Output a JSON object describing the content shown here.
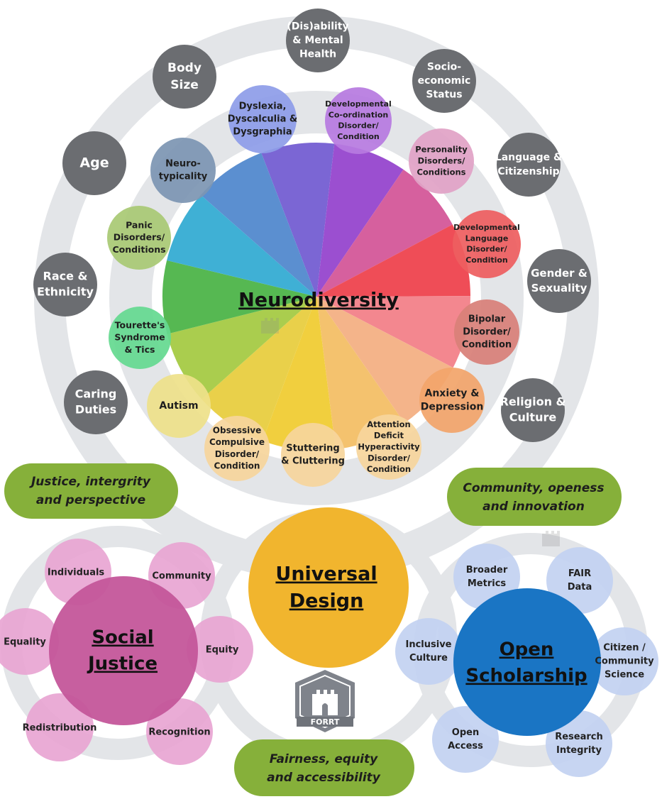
{
  "colors": {
    "ring": "#e3e5e8",
    "grey_circle": "#6b6d71",
    "green_pill": "#86b03a",
    "universal": "#f1b52e",
    "social": "#c4569a",
    "social_light": "#e8a3d1",
    "open": "#1a75c4",
    "open_light": "#c2d1f1",
    "logo": "#7f838b"
  },
  "outer_identities": [
    {
      "lines": [
        "(Dis)ability",
        "& Mental",
        "Health"
      ]
    },
    {
      "lines": [
        "Body",
        "Size"
      ]
    },
    {
      "lines": [
        "Socio-",
        "economic",
        "Status"
      ]
    },
    {
      "lines": [
        "Age"
      ]
    },
    {
      "lines": [
        "Language &",
        "Citizenship"
      ]
    },
    {
      "lines": [
        "Race &",
        "Ethnicity"
      ]
    },
    {
      "lines": [
        "Gender &",
        "Sexuality"
      ]
    },
    {
      "lines": [
        "Caring",
        "Duties"
      ]
    },
    {
      "lines": [
        "Religion &",
        "Culture"
      ]
    }
  ],
  "neurodiversity": {
    "title": "Neurodiversity",
    "wheel_colors": [
      "#7b66d4",
      "#9b4fd0",
      "#d6609e",
      "#ef4d57",
      "#f3878f",
      "#f4b48a",
      "#f4c26e",
      "#f1cf3e",
      "#e9d04a",
      "#aacd4e",
      "#56b852",
      "#3fb0d5",
      "#5b8fd0"
    ],
    "conditions": [
      {
        "lines": [
          "Dyslexia,",
          "Dyscalculia &",
          "Dysgraphia"
        ],
        "color": "#8e9de8"
      },
      {
        "lines": [
          "Developmental",
          "Co-ordination",
          "Disorder/",
          "Condition"
        ],
        "color": "#b77be0"
      },
      {
        "lines": [
          "Neuro-",
          "typicality"
        ],
        "color": "#7d96b3"
      },
      {
        "lines": [
          "Personality",
          "Disorders/",
          "Conditions"
        ],
        "color": "#e1a3c6"
      },
      {
        "lines": [
          "Developmental",
          "Language",
          "Disorder/",
          "Condition"
        ],
        "color": "#ee5f60"
      },
      {
        "lines": [
          "Panic",
          "Disorders/",
          "Conditions"
        ],
        "color": "#a9c974"
      },
      {
        "lines": [
          "Bipolar",
          "Disorder/",
          "Condition"
        ],
        "color": "#d88078"
      },
      {
        "lines": [
          "Tourette's",
          "Syndrome",
          "& Tics"
        ],
        "color": "#65d990"
      },
      {
        "lines": [
          "Anxiety &",
          "Depression"
        ],
        "color": "#f2a56a"
      },
      {
        "lines": [
          "Autism"
        ],
        "color": "#eee18a"
      },
      {
        "lines": [
          "Attention",
          "Deficit",
          "Hyperactivity",
          "Disorder/",
          "Condition"
        ],
        "color": "#f6d59c"
      },
      {
        "lines": [
          "Obsessive",
          "Compulsive",
          "Disorder/",
          "Condition"
        ],
        "color": "#f6d59c"
      },
      {
        "lines": [
          "Stuttering",
          "& Cluttering"
        ],
        "color": "#f6d59c"
      }
    ]
  },
  "connectors": [
    {
      "lines": [
        "Justice, intergrity",
        "and perspective"
      ]
    },
    {
      "lines": [
        "Community, openess",
        "and innovation"
      ]
    },
    {
      "lines": [
        "Fairness, equity",
        "and accessibility"
      ]
    }
  ],
  "universal_design": {
    "lines": [
      "Universal",
      "Design"
    ]
  },
  "social_justice": {
    "lines": [
      "Social",
      "Justice"
    ],
    "items": [
      "Individuals",
      "Community",
      "Equality",
      "Equity",
      "Redistribution",
      "Recognition"
    ]
  },
  "open_scholarship": {
    "lines": [
      "Open",
      "Scholarship"
    ],
    "items": [
      [
        "Broader",
        "Metrics"
      ],
      [
        "FAIR",
        "Data"
      ],
      [
        "Inclusive",
        "Culture"
      ],
      [
        "Citizen /",
        "Community",
        "Science"
      ],
      [
        "Open",
        "Access"
      ],
      [
        "Research",
        "Integrity"
      ]
    ]
  },
  "logo": {
    "text": "FORRT"
  }
}
